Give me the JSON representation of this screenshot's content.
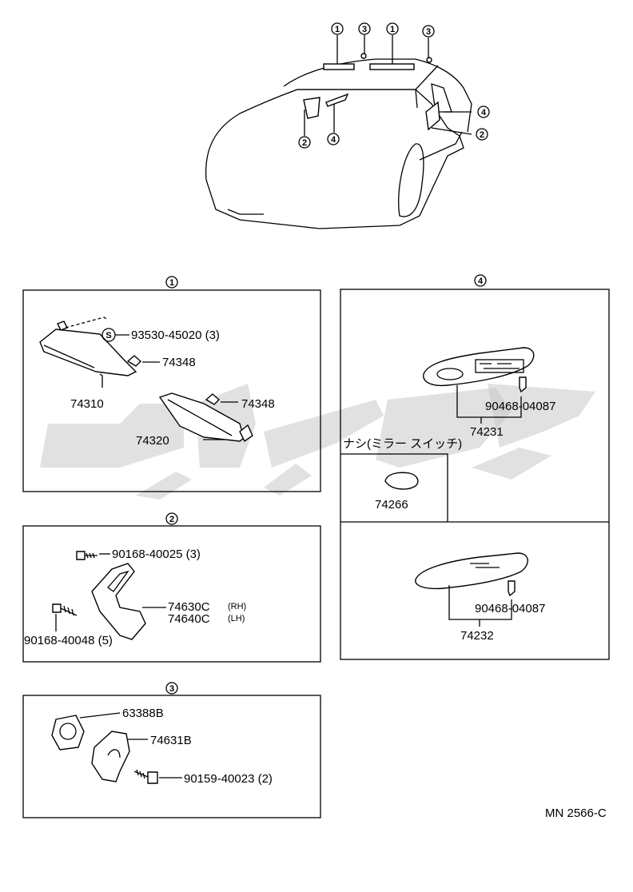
{
  "overview": {
    "callouts": [
      "1",
      "3",
      "1",
      "3",
      "4",
      "2",
      "2",
      "4"
    ]
  },
  "section1": {
    "label": "1",
    "parts": {
      "screw_symbol": "S",
      "p93530": "93530-45020 (3)",
      "p74348a": "74348",
      "p74310": "74310",
      "p74348b": "74348",
      "p74320": "74320"
    }
  },
  "section2": {
    "label": "2",
    "parts": {
      "p90168a": "90168-40025 (3)",
      "p74630": "74630C",
      "p74630_side": "(RH)",
      "p74640": "74640C",
      "p74640_side": "(LH)",
      "p90168b": "90168-40048 (5)"
    }
  },
  "section3": {
    "label": "3",
    "parts": {
      "p63388": "63388B",
      "p74631": "74631B",
      "p90159": "90159-40023 (2)"
    }
  },
  "section4": {
    "label": "4",
    "parts": {
      "p90468a": "90468-04087",
      "p74231": "74231",
      "note_jp": "ナシ(ミラー スイッチ)",
      "p74266": "74266",
      "p90468b": "90468-04087",
      "p74232": "74232"
    }
  },
  "footer": {
    "code": "MN 2566-C"
  }
}
